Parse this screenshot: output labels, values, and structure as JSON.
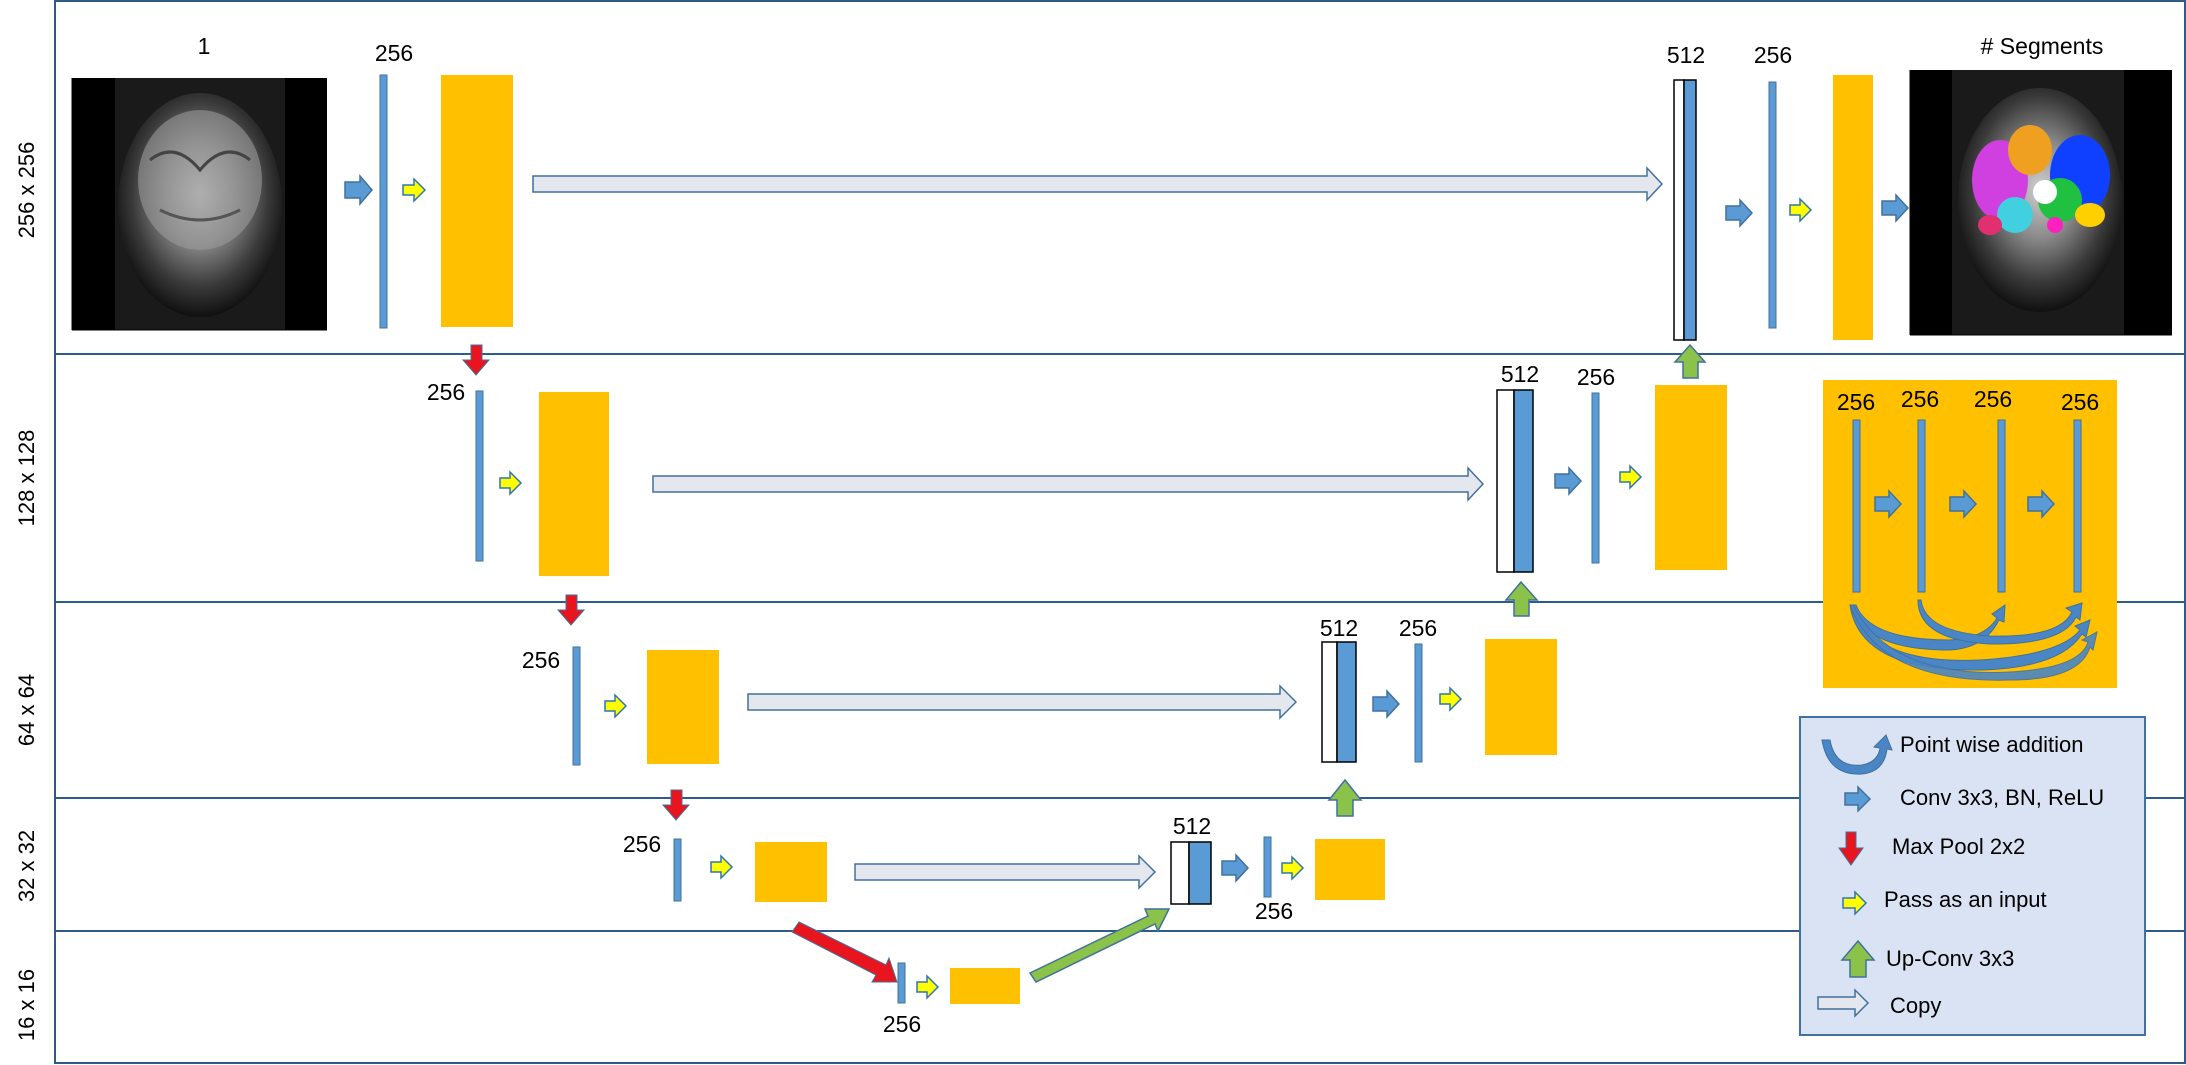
{
  "rows": {
    "r256": "256 x 256",
    "r128": "128 x 128",
    "r64": "64 x 64",
    "r32": "32 x 32",
    "r16": "16 x 16"
  },
  "labels": {
    "input_channels": "1",
    "output_segments": "# Segments",
    "enc1": "256",
    "dec1_concat": "512",
    "dec1": "256",
    "enc2": "256",
    "dec2_concat": "512",
    "dec2": "256",
    "enc3": "256",
    "dec3_concat": "512",
    "dec3": "256",
    "enc4": "256",
    "dec4_concat": "512",
    "dec4": "256",
    "bottleneck": "256"
  },
  "block_detail": {
    "channels": [
      "256",
      "256",
      "256",
      "256"
    ]
  },
  "legend": {
    "items": [
      {
        "icon": "curved-arrow-icon",
        "label": "Point wise addition"
      },
      {
        "icon": "blue-arrow-icon",
        "label": "Conv 3x3, BN, ReLU"
      },
      {
        "icon": "red-down-arrow-icon",
        "label": "Max Pool 2x2"
      },
      {
        "icon": "yellow-arrow-icon",
        "label": "Pass as an input"
      },
      {
        "icon": "green-up-arrow-icon",
        "label": "Up-Conv 3x3"
      },
      {
        "icon": "hollow-arrow-icon",
        "label": "Copy"
      }
    ]
  },
  "colors": {
    "block": "#FFC000",
    "conv": "#5B9BD5",
    "conv_stroke": "#41719C",
    "maxpool": "#E8141E",
    "upconv": "#8BC34A",
    "pass": "#FFFF00",
    "copy_fill": "#E4E8EE",
    "legend_bg": "#DAE3F3",
    "row_line": "#2E5C8A"
  }
}
